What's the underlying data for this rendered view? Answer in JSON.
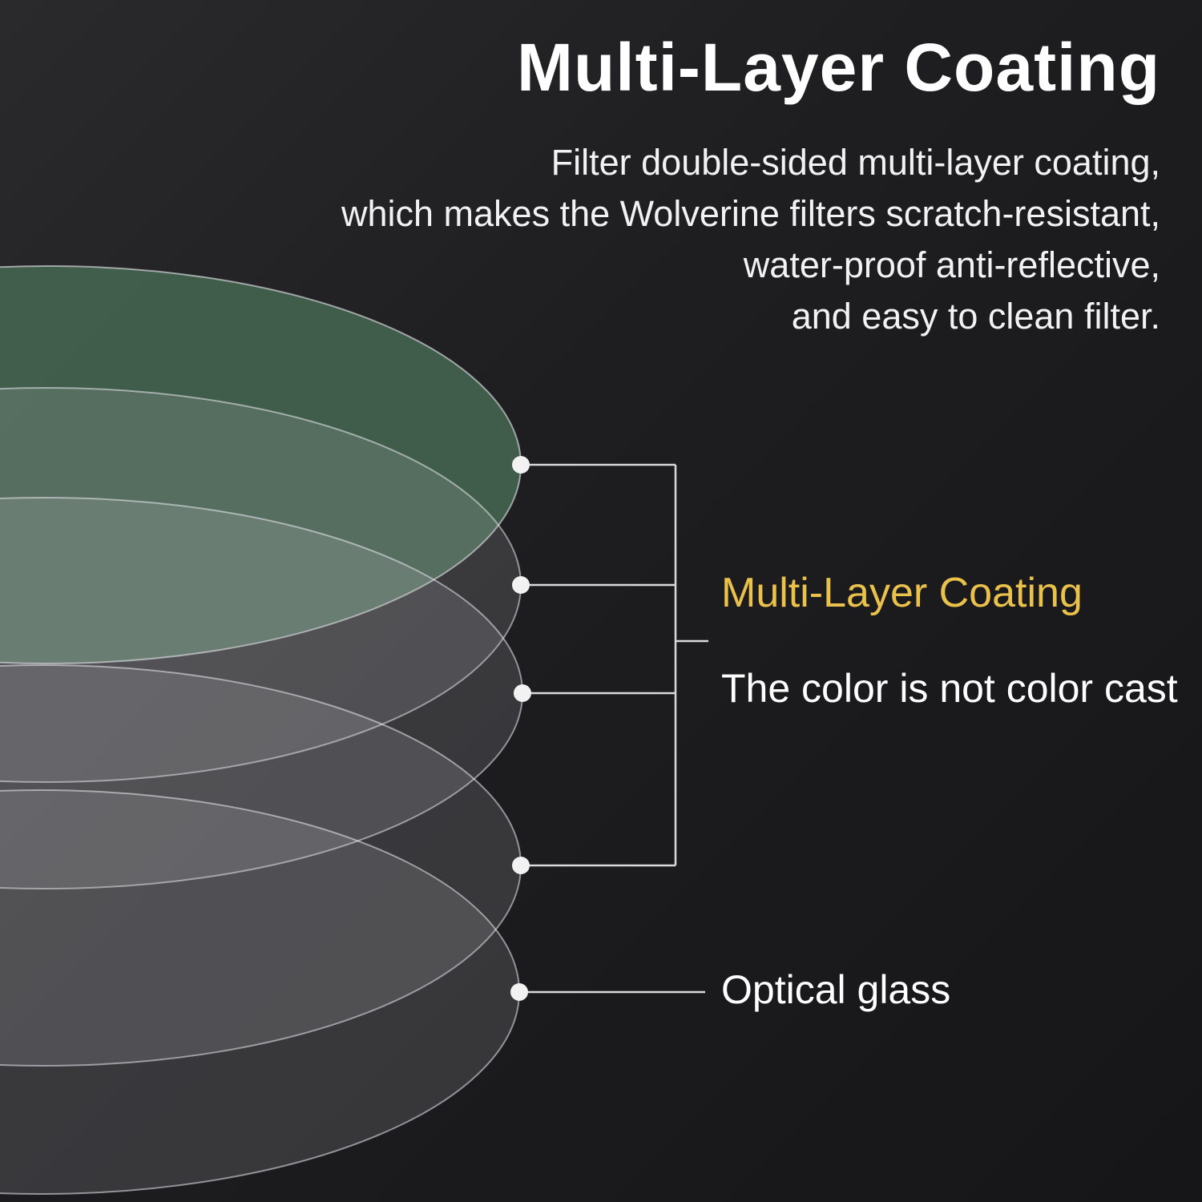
{
  "title": "Multi-Layer Coating",
  "description_lines": {
    "0": "Filter double-sided multi-layer coating,",
    "1": "which makes the Wolverine filters scratch-resistant,",
    "2": "water-proof anti-reflective,",
    "3": "and easy to clean filter."
  },
  "callouts": {
    "coating_label": "Multi-Layer Coating",
    "coating_sub": "The color is not color cast",
    "glass_label": "Optical glass"
  },
  "colors": {
    "background": "#1e1e20",
    "title": "#ffffff",
    "body_text": "#f2f2f2",
    "accent_yellow": "#e9c14b",
    "green_layer": "#42604d",
    "line": "#d9d9d9",
    "dot": "#f2f2f2"
  },
  "diagram": {
    "layer_count": 5,
    "coating_layer_indexes": [
      1,
      2,
      3,
      4
    ],
    "glass_layer_index": 5,
    "top_layer_color_name": "green"
  }
}
